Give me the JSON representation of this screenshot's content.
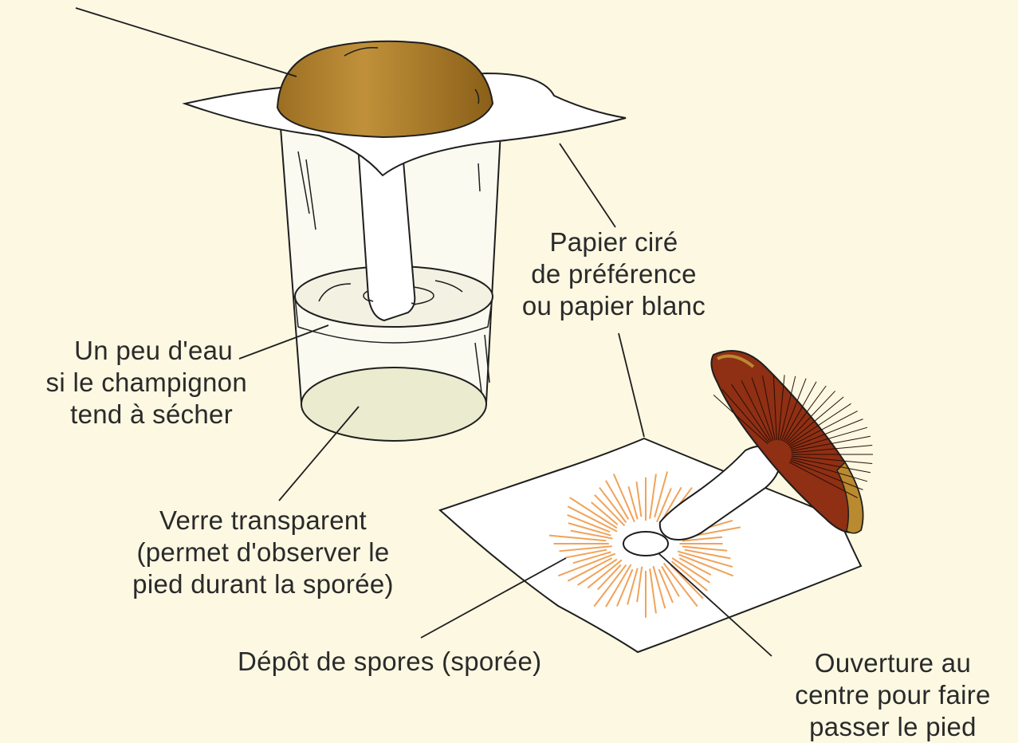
{
  "labels": {
    "paper": [
      "Papier ciré",
      "de préférence",
      "ou papier blanc"
    ],
    "water": [
      "Un peu d'eau",
      "si le champignon",
      "tend à sécher"
    ],
    "glass": [
      "Verre transparent",
      "(permet d'observer le",
      "pied durant la sporée)"
    ],
    "deposit": [
      "Dépôt de spores (sporée)"
    ],
    "opening": [
      "Ouverture au",
      "centre pour faire",
      "passer le pied"
    ]
  },
  "colors": {
    "background": "#fcf8e2",
    "cap": "#b98a2f",
    "gills": "#8f2f14",
    "spores": "#f0a35a",
    "outline": "#1e1e1e",
    "paper": "#ffffff"
  }
}
